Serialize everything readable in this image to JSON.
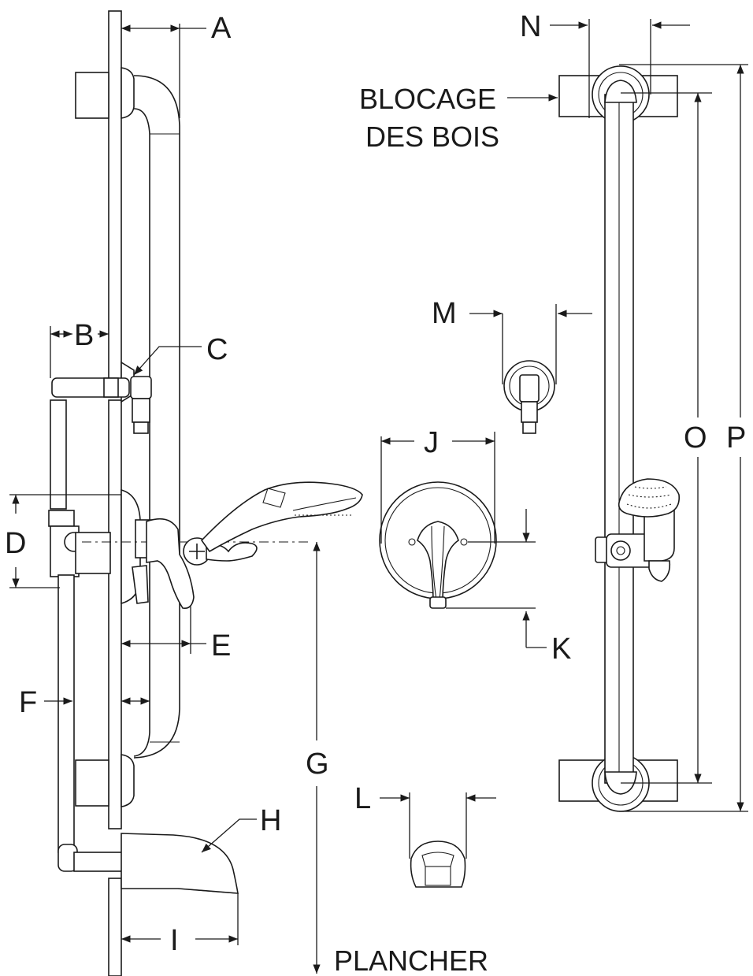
{
  "labels": {
    "A": "A",
    "B": "B",
    "C": "C",
    "D": "D",
    "E": "E",
    "F": "F",
    "G": "G",
    "H": "H",
    "I": "I",
    "J": "J",
    "K": "K",
    "L": "L",
    "M": "M",
    "N": "N",
    "O": "O",
    "P": "P"
  },
  "notes": {
    "blocking_line1": "BLOCAGE",
    "blocking_line2": "DES BOIS",
    "floor": "PLANCHER"
  }
}
